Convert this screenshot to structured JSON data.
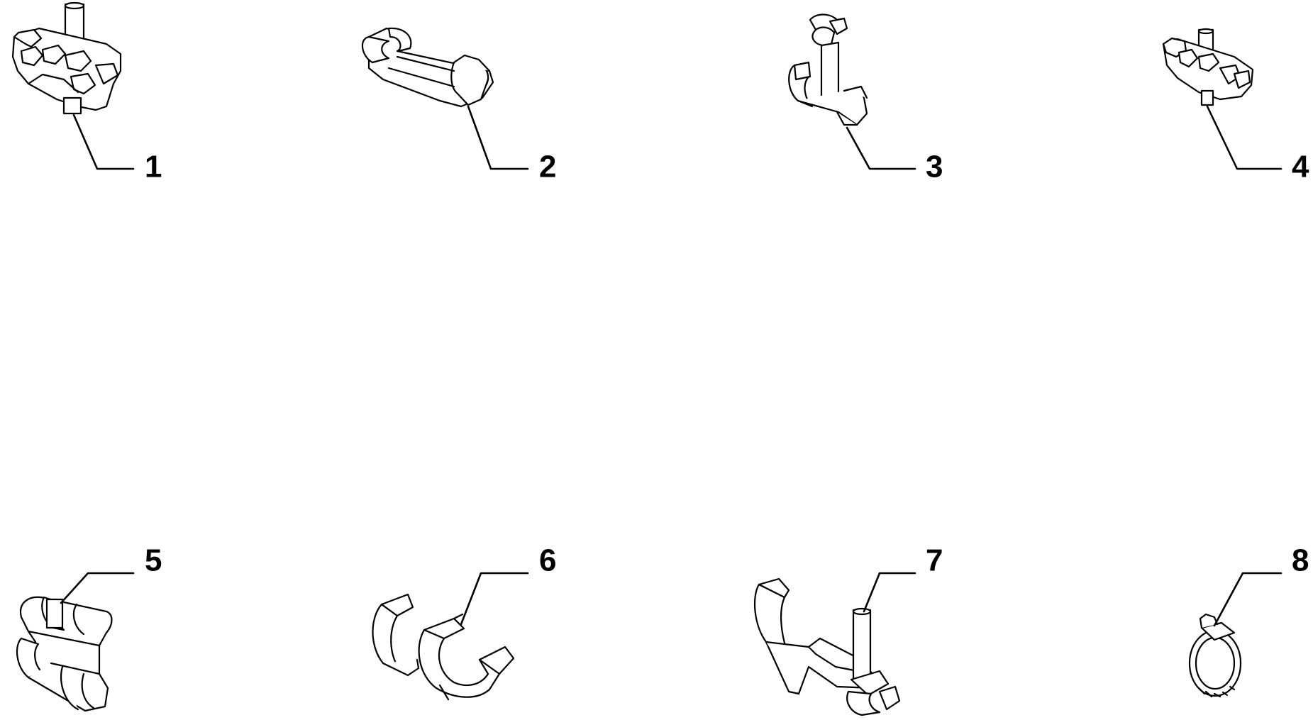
{
  "parts": [
    {
      "id": "1",
      "label": "1",
      "icon": "twin-pipe-clip-with-stud-icon"
    },
    {
      "id": "2",
      "label": "2",
      "icon": "double-pipe-clip-bracket-icon"
    },
    {
      "id": "3",
      "label": "3",
      "icon": "vertical-double-clip-icon"
    },
    {
      "id": "4",
      "label": "4",
      "icon": "small-twin-clip-with-stud-icon"
    },
    {
      "id": "5",
      "label": "5",
      "icon": "stacked-hose-clip-icon"
    },
    {
      "id": "6",
      "label": "6",
      "icon": "double-open-hose-clip-icon"
    },
    {
      "id": "7",
      "label": "7",
      "icon": "bracket-clip-with-stud-icon"
    },
    {
      "id": "8",
      "label": "8",
      "icon": "worm-drive-hose-clamp-icon"
    }
  ]
}
